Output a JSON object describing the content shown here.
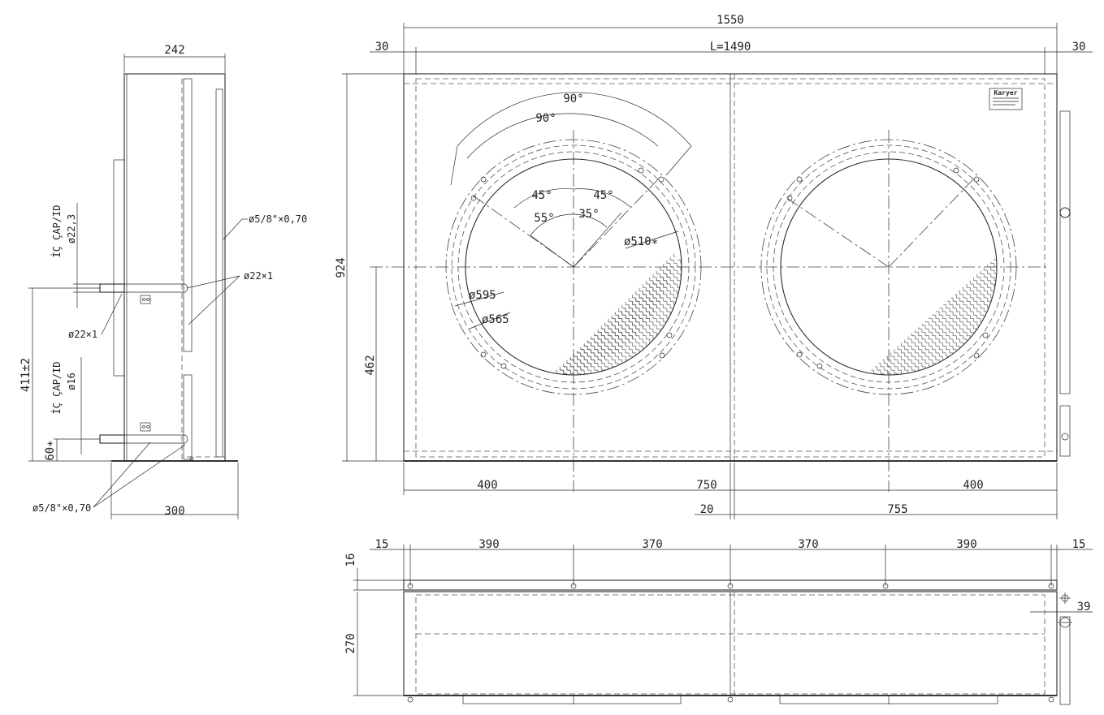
{
  "top": {
    "overall": "1550",
    "edge_left": "30",
    "edge_right": "30",
    "length": "L=1490"
  },
  "side": {
    "depth": "242",
    "fin_pipe_right": "ø5/8\"×0,70",
    "pipe_right": "ø22×1",
    "pipe_left": "ø22×1",
    "inlet_label": "İÇ ÇAP/ID",
    "inlet_dia": "ø22,3",
    "outlet_label": "İÇ ÇAP/ID",
    "outlet_dia": "ø16",
    "height_411": "411±2",
    "height_60": "60∗",
    "fin_pipe_bottom": "ø5/8\"×0,70",
    "base": "300"
  },
  "front": {
    "height_924": "924",
    "height_462": "462",
    "angle_90_outer": "90°",
    "angle_90_inner": "90°",
    "angle_45_left": "45°",
    "angle_45_right": "45°",
    "angle_55": "55°",
    "angle_35": "35°",
    "dia_510": "ø510∗",
    "dia_595": "ø595",
    "dia_565": "ø565",
    "plate_brand": "Karyer",
    "dim_400_left": "400",
    "dim_750": "750",
    "dim_400_right": "400",
    "dim_20": "20",
    "dim_755": "755"
  },
  "bottom": {
    "d15_left": "15",
    "d390_a": "390",
    "d370_a": "370",
    "d370_b": "370",
    "d390_b": "390",
    "d15_right": "15",
    "d16": "16",
    "d270": "270",
    "d39": "39"
  }
}
